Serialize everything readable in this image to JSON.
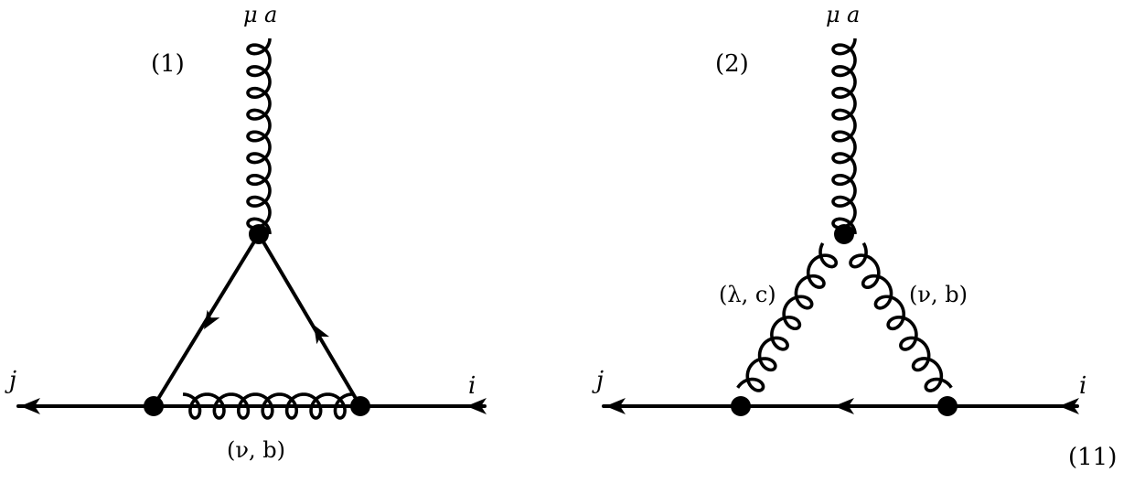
{
  "diagrams": [
    {
      "number": "(1)",
      "top_label": {
        "mu": "μ",
        "a": "a"
      },
      "left_label": "j",
      "right_label": "i",
      "bottom_label": {
        "text": "(ν, b)"
      }
    },
    {
      "number": "(2)",
      "top_label": {
        "mu": "μ",
        "a": "a"
      },
      "left_label": "j",
      "right_label": "i",
      "left_gluon_label": "(λ, c)",
      "right_gluon_label": "(ν, b)"
    }
  ],
  "equation_number": "(11)"
}
